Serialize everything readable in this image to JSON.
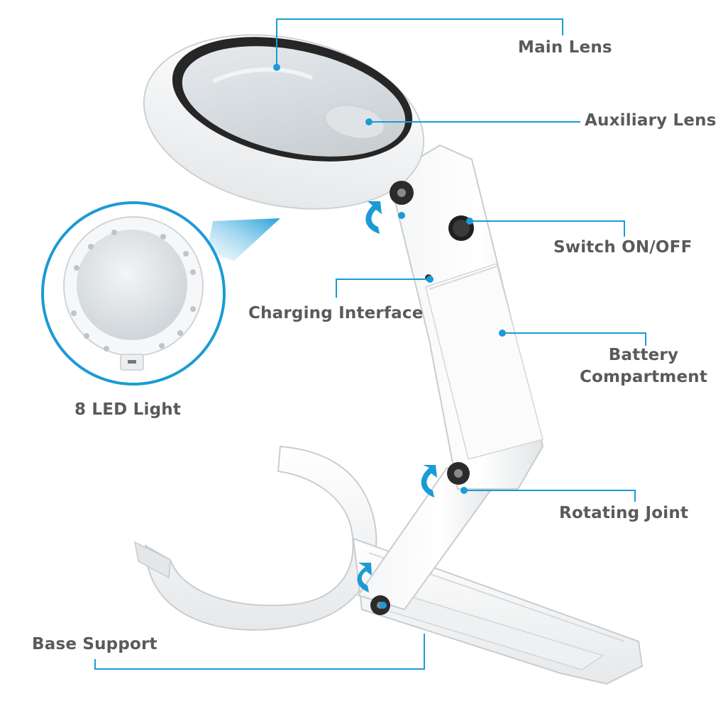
{
  "accent_color": "#1a9bd6",
  "labels": {
    "main_lens": "Main Lens",
    "auxiliary_lens": "Auxiliary Lens",
    "switch": "Switch ON/OFF",
    "charging_interface": "Charging Interface",
    "battery_line1": "Battery",
    "battery_line2": "Compartment",
    "led_light": "8 LED Light",
    "rotating_joint": "Rotating Joint",
    "base_support": "Base Support"
  }
}
